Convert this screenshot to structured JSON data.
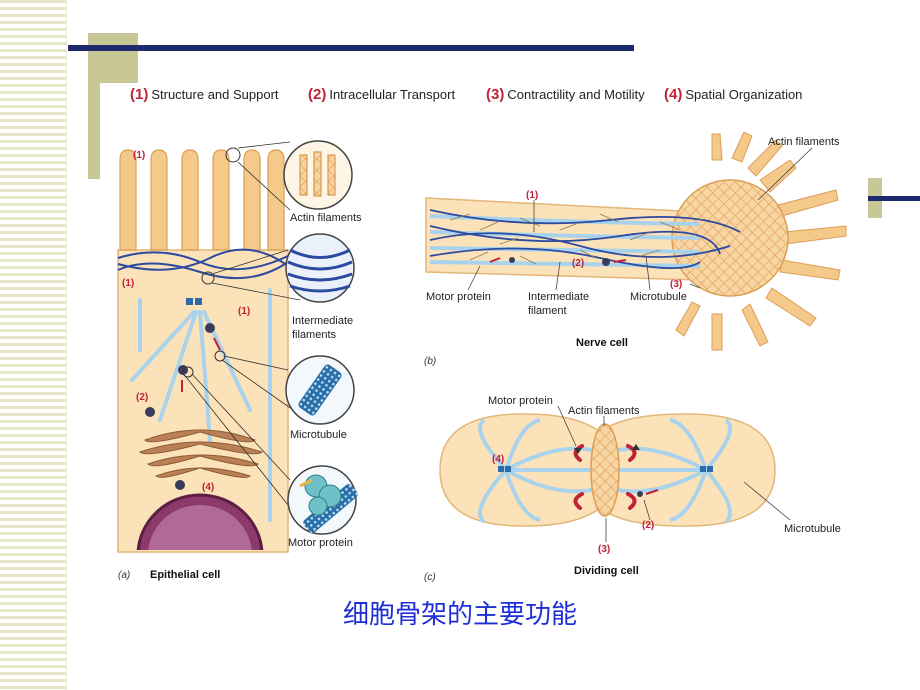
{
  "legend": [
    {
      "num": "(1)",
      "label": "Structure and Support"
    },
    {
      "num": "(2)",
      "label": "Intracellular Transport"
    },
    {
      "num": "(3)",
      "label": "Contractility and Motility"
    },
    {
      "num": "(4)",
      "label": "Spatial Organization"
    }
  ],
  "panel_a": {
    "letter": "(a)",
    "title": "Epithelial cell",
    "labels": {
      "actin": "Actin filaments",
      "intermediate_1": "Intermediate",
      "intermediate_2": "filaments",
      "microtubule": "Microtubule",
      "motor": "Motor protein"
    },
    "markers": {
      "m1_top": "(1)",
      "m1_mid": "(1)",
      "m1_right": "(1)",
      "m2": "(2)",
      "m4": "(4)"
    }
  },
  "panel_b": {
    "letter": "(b)",
    "title": "Nerve cell",
    "labels": {
      "actin": "Actin filaments",
      "motor": "Motor protein",
      "intermediate_1": "Intermediate",
      "intermediate_2": "filament",
      "microtubule": "Microtubule"
    },
    "markers": {
      "m1": "(1)",
      "m2": "(2)",
      "m3": "(3)"
    }
  },
  "panel_c": {
    "letter": "(c)",
    "title": "Dividing cell",
    "labels": {
      "motor": "Motor protein",
      "actin": "Actin filaments",
      "microtubule": "Microtubule"
    },
    "markers": {
      "m2": "(2)",
      "m3": "(3)",
      "m4": "(4)"
    }
  },
  "caption": "细胞骨架的主要功能",
  "colors": {
    "navy": "#1a2a6c",
    "marker_red": "#c0223a",
    "caption_blue": "#1e2fd8",
    "cell_fill": "#fbe2b8",
    "actin_orange": "#e8a85a",
    "microtubule_blue": "#a9d3ec"
  }
}
